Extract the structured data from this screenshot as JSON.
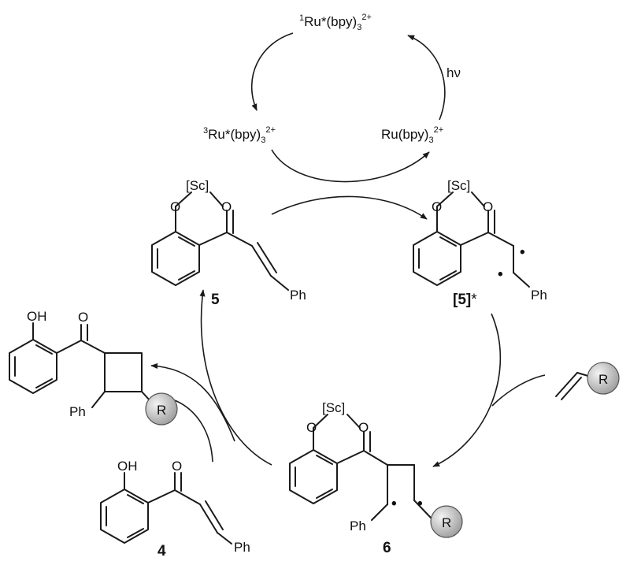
{
  "cycle": {
    "singlet_excited": {
      "prefix": "1",
      "body": "Ru*(bpy)",
      "sub": "3",
      "charge": "2+"
    },
    "triplet_excited": {
      "prefix": "3",
      "body": "Ru*(bpy)",
      "sub": "3",
      "charge": "2+"
    },
    "ground_state": {
      "body": "Ru(bpy)",
      "sub": "3",
      "charge": "2+"
    },
    "light": "hν"
  },
  "atoms": {
    "metal": "[Sc]",
    "oxygen": "O",
    "hydroxyl": "OH",
    "phenyl": "Ph",
    "substituent": "R",
    "radical": "•"
  },
  "compounds": {
    "c5": {
      "label": "5"
    },
    "c5star": {
      "label": "[5]",
      "suffix": "*"
    },
    "c6": {
      "label": "6"
    },
    "c4": {
      "label": "4"
    }
  },
  "colors": {
    "ink": "#1a1a1a",
    "sphere_light": "#f4f4f4",
    "sphere_dark": "#9e9e9e"
  }
}
